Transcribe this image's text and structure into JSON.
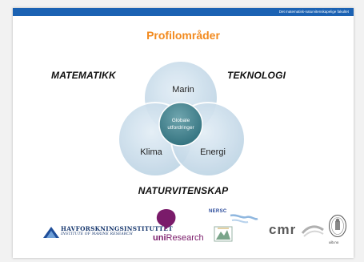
{
  "header": {
    "faculty": "Det matematisk-naturvitenskapelige fakultet"
  },
  "title": "Profilområder",
  "keywords": {
    "left": "MATEMATIKK",
    "right": "TEKNOLOGI",
    "bottom": "NATURVITENSKAP"
  },
  "venn": {
    "top": "Marin",
    "left": "Klima",
    "right": "Energi",
    "center_line1": "Globale",
    "center_line2": "utfordringer"
  },
  "logos": {
    "havforskning_line1": "HAVFORSKNINGSINSTITUTTET",
    "havforskning_line2": "INSTITUTE OF MARINE RESEARCH",
    "uni_prefix": "uni",
    "uni_suffix": "Research",
    "nersc": "NERSC",
    "cmr": "cmr",
    "uib": "uib.no"
  },
  "colors": {
    "brand_blue": "#1b62b3",
    "title_orange": "#f28a1e",
    "circle_fill": "#cfe0ec",
    "center_fill": "#4b8a96"
  }
}
